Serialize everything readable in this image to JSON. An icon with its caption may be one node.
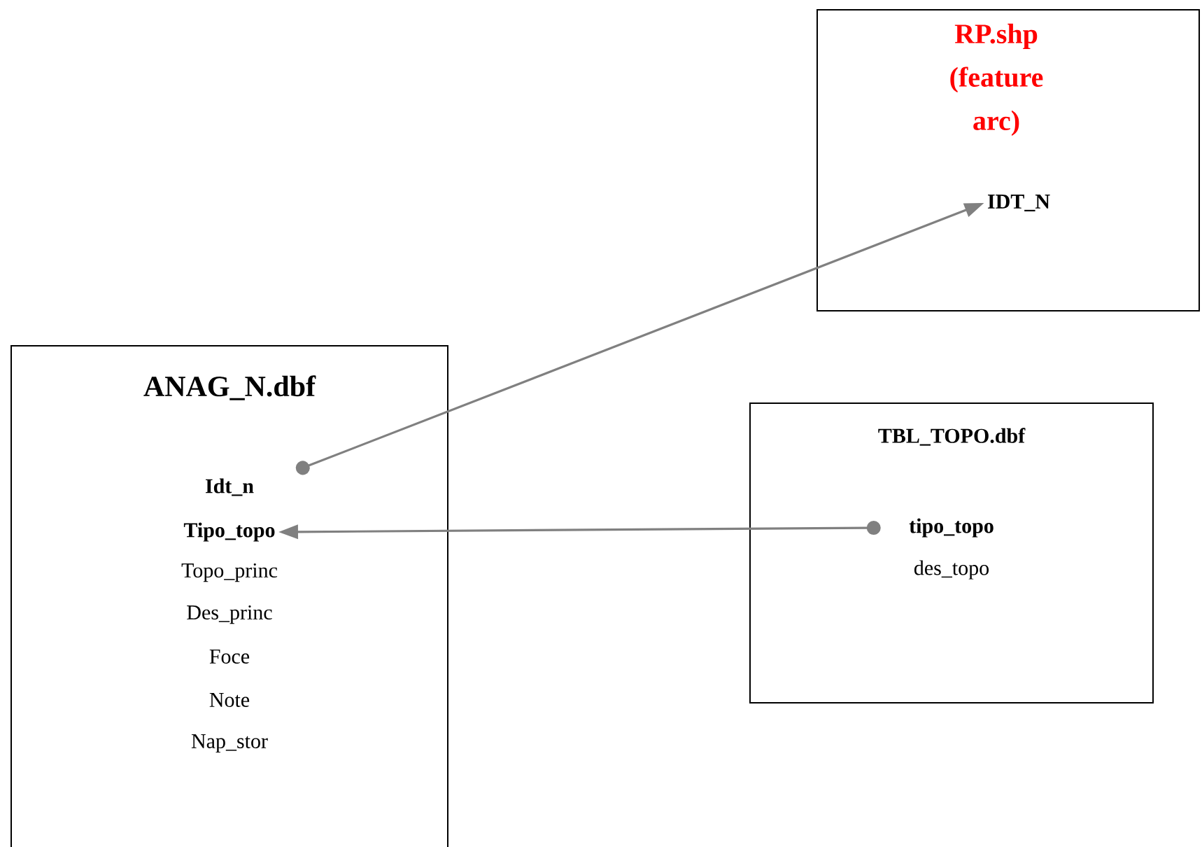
{
  "diagram": {
    "nodes": [
      {
        "text": [
          "RP.shp (feature arc)"
        ]
      },
      {
        "text": [
          "IDT_N"
        ],
        "in": 0
      },
      {
        "text": [
          "ANAG_N.dbf"
        ]
      },
      {
        "text": [
          "Idt_n"
        ],
        "in": 2
      },
      {
        "text": [
          "Tipo_topo"
        ],
        "in": 2
      },
      {
        "text": [
          "Topo_princ"
        ],
        "in": 2
      },
      {
        "text": [
          "Des_princ"
        ],
        "in": 2
      },
      {
        "text": [
          "Foce"
        ],
        "in": 2
      },
      {
        "text": [
          "Note"
        ],
        "in": 2
      },
      {
        "text": [
          "Nap_stor"
        ],
        "in": 2
      },
      {
        "text": [
          "TBL_TOPO.dbf"
        ]
      },
      {
        "text": [
          "tipo_topo"
        ],
        "in": 10
      },
      {
        "text": [
          "des_topo"
        ],
        "in": 10
      }
    ],
    "edges": [
      {
        "from": 3,
        "to": 1,
        "arrow": "to"
      },
      {
        "from": 11,
        "to": 4,
        "arrow": "to"
      }
    ]
  }
}
